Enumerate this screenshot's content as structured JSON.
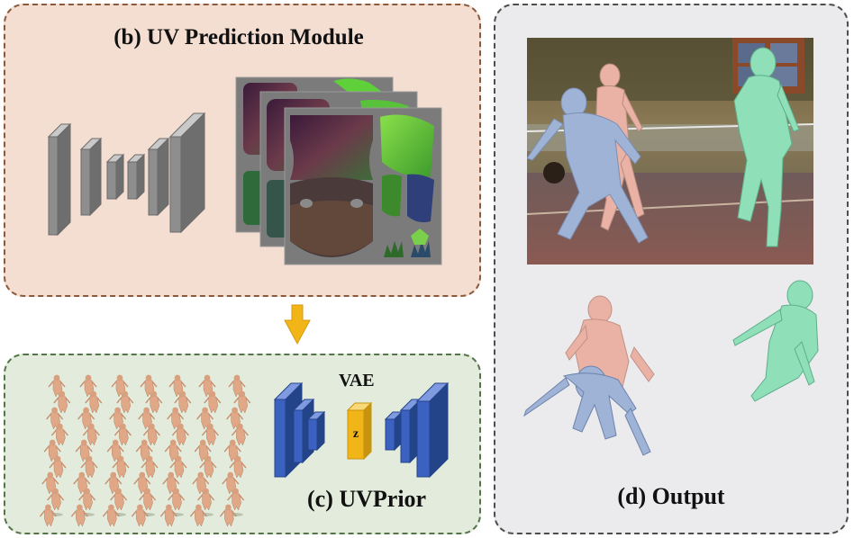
{
  "panels": {
    "uv_prediction": {
      "title": "(b) UV Prediction Module"
    },
    "uv_prior": {
      "title": "(c) UVPrior",
      "vae_label": "VAE",
      "latent_label": "z"
    },
    "output": {
      "title": "(d) Output"
    }
  },
  "colors": {
    "panel_b_fill": "#f4ddd1",
    "panel_c_fill": "#e3ecdc",
    "panel_d_fill": "#ebebee",
    "arrow": "#f2b517",
    "encoder_gray": "#8e8e8e",
    "vae_blue": "#3b62c0",
    "latent_yellow": "#f2b517",
    "person_blue": "#9fb3d6",
    "person_pink": "#e9b2a5",
    "person_green": "#8fdfb9"
  }
}
